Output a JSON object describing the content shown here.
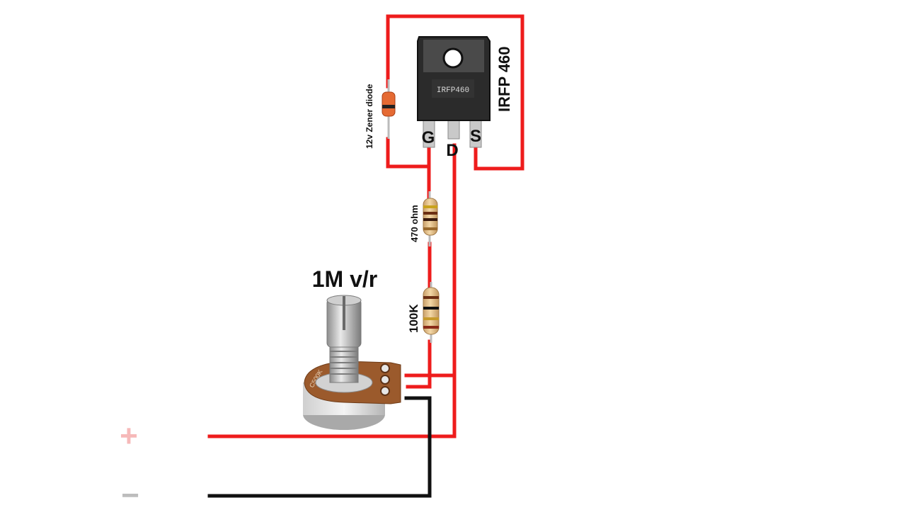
{
  "colors": {
    "wire_positive": "#ee1c1c",
    "wire_negative": "#111111",
    "plus_sign": "#f6b9b9",
    "minus_sign": "#bdbdbd",
    "mosfet_body": "#2b2b2b",
    "mosfet_tab": "#5c5c5c",
    "resistor_body": "#e6c184",
    "pot_body": "#9b5a2c"
  },
  "labels": {
    "mosfet_title": "IRFP 460",
    "mosfet_marking": "IRFP460",
    "pin_gate": "G",
    "pin_drain": "D",
    "pin_source": "S",
    "zener": "12v Zener diode",
    "resistor_470": "470 ohm",
    "resistor_100k": "100K",
    "potentiometer": "1M v/r",
    "pot_marking": "C500K",
    "terminal_positive": "+",
    "terminal_negative": "−"
  },
  "icons": {
    "mosfet": "to-247-transistor-icon",
    "zener": "zener-diode-icon",
    "resistor": "resistor-icon",
    "potentiometer": "rotary-potentiometer-icon"
  }
}
